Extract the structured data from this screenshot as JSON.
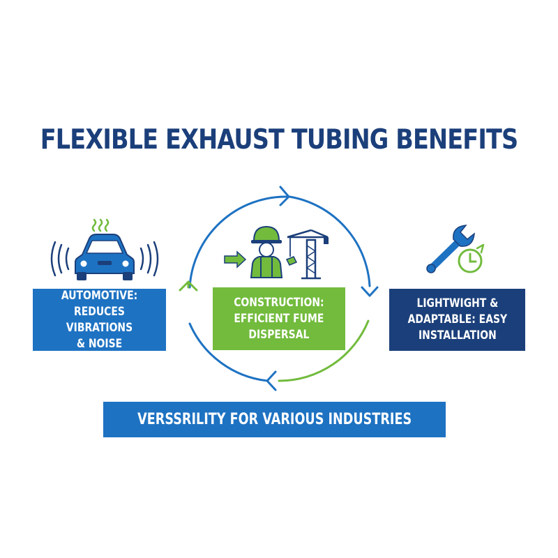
{
  "title": "FLEXIBLE EXHAUST TUBING BENEFITS",
  "benefits": [
    {
      "text": "AUTOMOTIVE:\nREDUCES VIBRATIONS\n& NOISE",
      "color": "#1e72c2",
      "icon": "car-icon"
    },
    {
      "text": "CONSTRUCTION:\nEFFICIENT FUME\nDISPERSAL",
      "color": "#72bb3d",
      "icon": "construction-worker-crane-icon"
    },
    {
      "text": "LIGHTWIGHT &\nADAPTABLE: EASY\nINSTALLATION",
      "color": "#1b3f7a",
      "icon": "wrench-clock-icon"
    }
  ],
  "banner": "VERSSRILITY FOR VARIOUS INDUSTRIES",
  "colors": {
    "navy": "#1b3f7a",
    "blue": "#1e72c2",
    "green": "#72bb3d"
  }
}
